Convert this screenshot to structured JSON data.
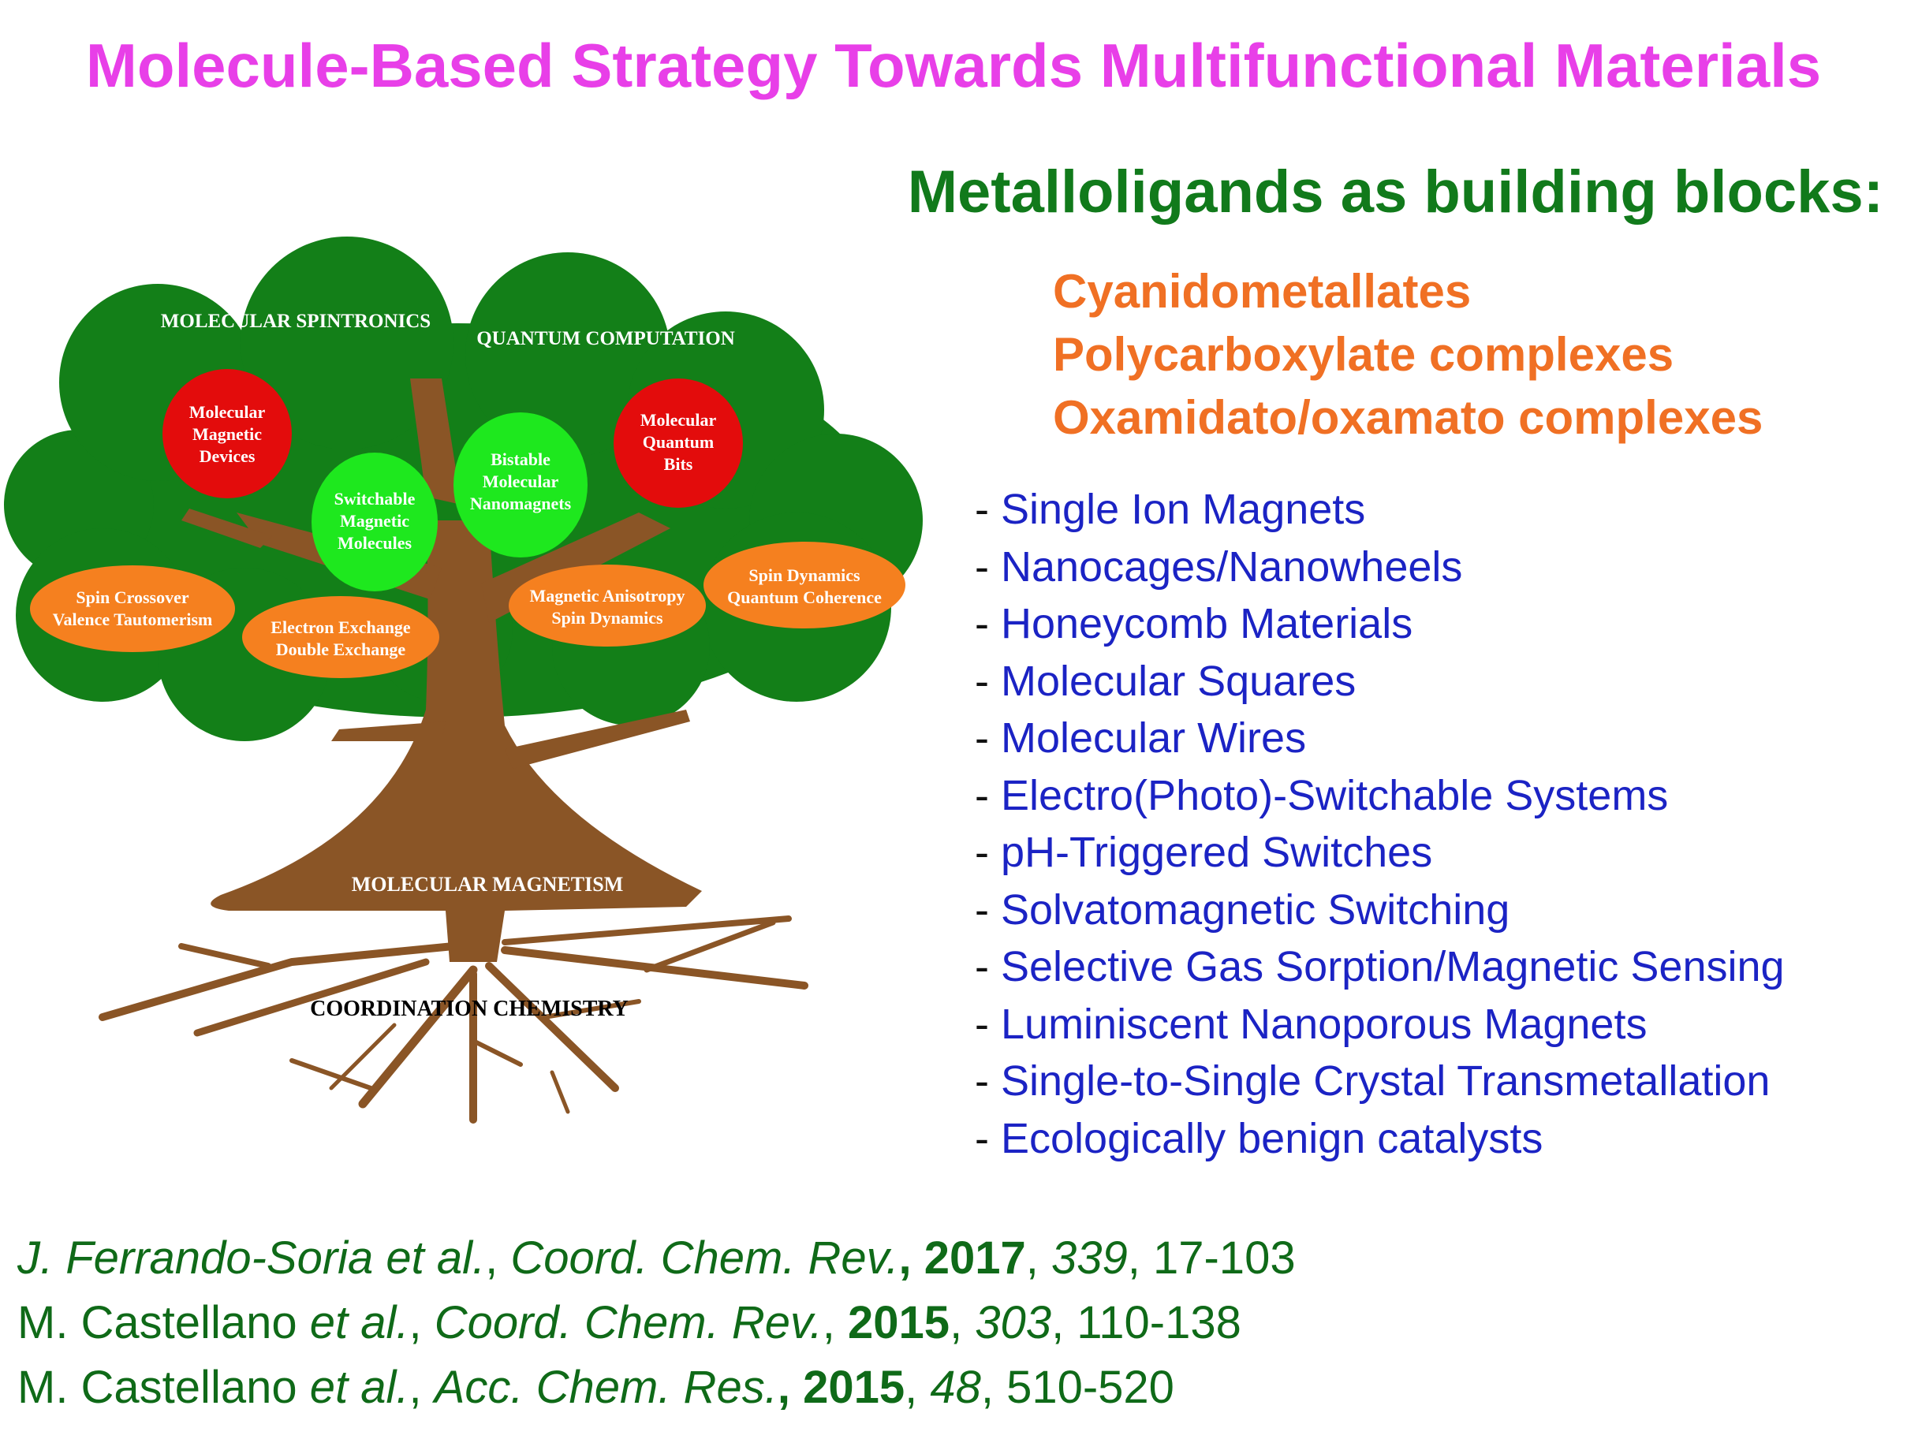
{
  "title": "Molecule-Based Strategy Towards Multifunctional Materials",
  "subtitle": "Metalloligands as building blocks:",
  "building_blocks": [
    "Cyanidometallates",
    "Polycarboxylate complexes",
    "Oxamidato/oxamato complexes"
  ],
  "applications": [
    "Single Ion Magnets",
    "Nanocages/Nanowheels",
    "Honeycomb Materials",
    "Molecular Squares",
    "Molecular Wires",
    "Electro(Photo)-Switchable Systems",
    "pH-Triggered Switches",
    "Solvatomagnetic Switching",
    "Selective Gas Sorption/Magnetic Sensing",
    "Luminiscent Nanoporous Magnets",
    "Single-to-Single Crystal Transmetallation",
    "Ecologically benign catalysts"
  ],
  "application_dash": "- ",
  "tree": {
    "branch_labels": {
      "spintronics": "MOLECULAR SPINTRONICS",
      "quantum": "QUANTUM COMPUTATION",
      "magnetism": "MOLECULAR MAGNETISM",
      "roots": "COORDINATION CHEMISTRY"
    },
    "red_nodes": [
      [
        "Molecular",
        "Magnetic",
        "Devices"
      ],
      [
        "Molecular",
        "Quantum",
        "Bits"
      ]
    ],
    "green_nodes": [
      [
        "Switchable",
        "Magnetic",
        "Molecules"
      ],
      [
        "Bistable",
        "Molecular",
        "Nanomagnets"
      ]
    ],
    "orange_nodes": [
      [
        "Spin Crossover",
        "Valence Tautomerism"
      ],
      [
        "Electron Exchange",
        "Double Exchange"
      ],
      [
        "Magnetic Anisotropy",
        "Spin Dynamics"
      ],
      [
        "Spin Dynamics",
        "Quantum Coherence"
      ]
    ]
  },
  "references": [
    {
      "authors": "J. Ferrando-Soria et al.",
      "sep1": ", ",
      "journal": "Coord. Chem. Rev.",
      "sep2": ", ",
      "year": "2017",
      "sep3": ", ",
      "volume": "339",
      "pages": ", 17-103"
    },
    {
      "authors_plain": "M. Castellano ",
      "authors_it": "et al.",
      "sep1": ", ",
      "journal": "Coord. Chem. Rev.",
      "sep2": ", ",
      "year": "2015",
      "sep3": ", ",
      "volume": "303",
      "pages": ", 110-138"
    },
    {
      "authors_plain": "M. Castellano ",
      "authors_it": "et al.",
      "sep1": ", ",
      "journal": "Acc. Chem. Res.",
      "sep2": ", ",
      "year": "2015",
      "sep3": ", ",
      "volume": "48",
      "pages": ", 510-520"
    }
  ],
  "colors": {
    "title": "#e83fe8",
    "subtitle": "#117a1b",
    "building_blocks": "#f07024",
    "applications": "#1b23c4",
    "references": "#0f6a18",
    "canopy": "#137f18",
    "trunk": "#8a5526",
    "red_node": "#e30c0c",
    "green_node": "#1ee81e",
    "orange_node": "#f5801f"
  }
}
